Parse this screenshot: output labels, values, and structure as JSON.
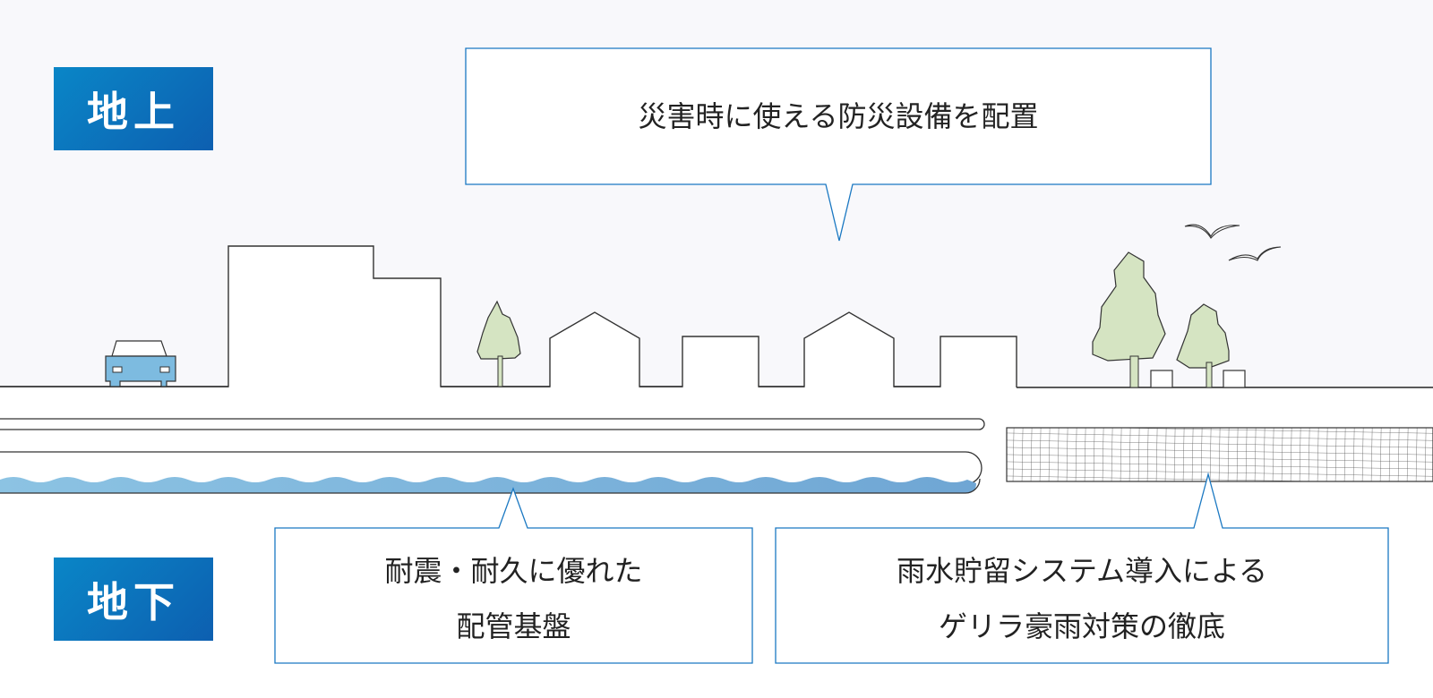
{
  "labels": {
    "above_ground": "地上",
    "below_ground": "地下"
  },
  "callouts": {
    "top": "災害時に使える防災設備を配置",
    "bottom_left": [
      "耐震・耐久に優れた",
      "配管基盤"
    ],
    "bottom_right": [
      "雨水貯留システム導入による",
      "ゲリラ豪雨対策の徹底"
    ]
  },
  "colors": {
    "sky": "#f8f8fb",
    "accent": "#0a73c0",
    "callout_border": "#1a78c2",
    "tree": "#d5e4c2",
    "car": "#7dbbe0",
    "water": "#7fb6dc",
    "line": "#333333",
    "grid": "#555555"
  }
}
